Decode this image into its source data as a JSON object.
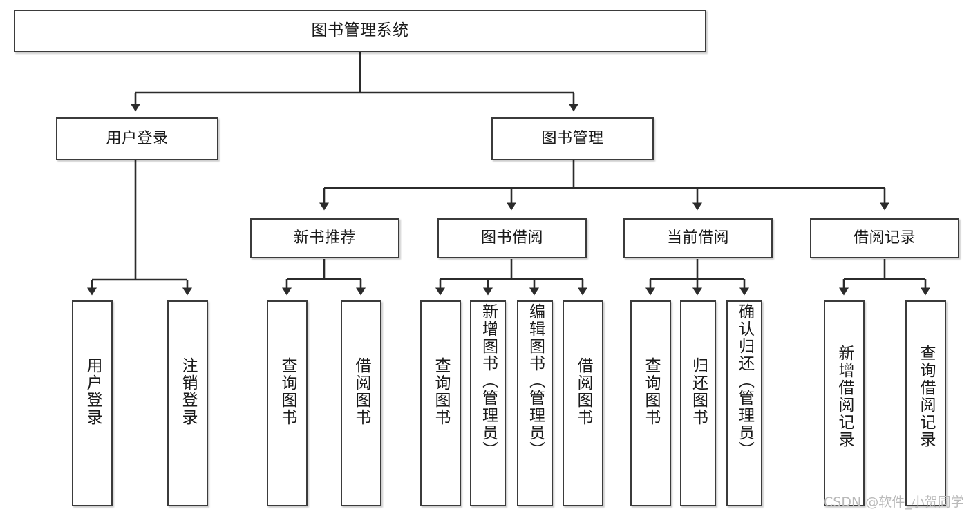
{
  "diagram": {
    "type": "tree",
    "title": "图书管理系统",
    "watermark": "CSDN @软件_小贺同学",
    "colors": {
      "box_border": "#3b3b3b",
      "box_fill": "#ffffff",
      "connector": "#2b2b2b",
      "watermark": "#b9b9b9"
    },
    "root": {
      "label": "图书管理系统"
    },
    "level2": [
      {
        "id": "user-login",
        "label": "用户登录"
      },
      {
        "id": "book-manage",
        "label": "图书管理"
      }
    ],
    "level3": [
      {
        "id": "new-book-recommend",
        "label": "新书推荐"
      },
      {
        "id": "book-borrow",
        "label": "图书借阅"
      },
      {
        "id": "current-borrow",
        "label": "当前借阅"
      },
      {
        "id": "borrow-record",
        "label": "借阅记录"
      }
    ],
    "leaves": {
      "user_login": [
        {
          "id": "leaf-user-login",
          "label": "用户登录"
        },
        {
          "id": "leaf-logout-login",
          "label": "注销登录"
        }
      ],
      "new_book_recommend": [
        {
          "id": "leaf-query-book-1",
          "label": "查询图书"
        },
        {
          "id": "leaf-borrow-book-1",
          "label": "借阅图书"
        }
      ],
      "book_borrow": [
        {
          "id": "leaf-query-book-2",
          "label": "查询图书"
        },
        {
          "id": "leaf-add-book",
          "label": "新增图书（管理员）"
        },
        {
          "id": "leaf-edit-book",
          "label": "编辑图书（管理员）"
        },
        {
          "id": "leaf-borrow-book-2",
          "label": "借阅图书"
        }
      ],
      "current_borrow": [
        {
          "id": "leaf-query-book-3",
          "label": "查询图书"
        },
        {
          "id": "leaf-return-book",
          "label": "归还图书"
        },
        {
          "id": "leaf-confirm-return",
          "label": "确认归还（管理员）"
        }
      ],
      "borrow_record": [
        {
          "id": "leaf-add-record",
          "label": "新增借阅记录"
        },
        {
          "id": "leaf-query-record",
          "label": "查询借阅记录"
        }
      ]
    }
  }
}
